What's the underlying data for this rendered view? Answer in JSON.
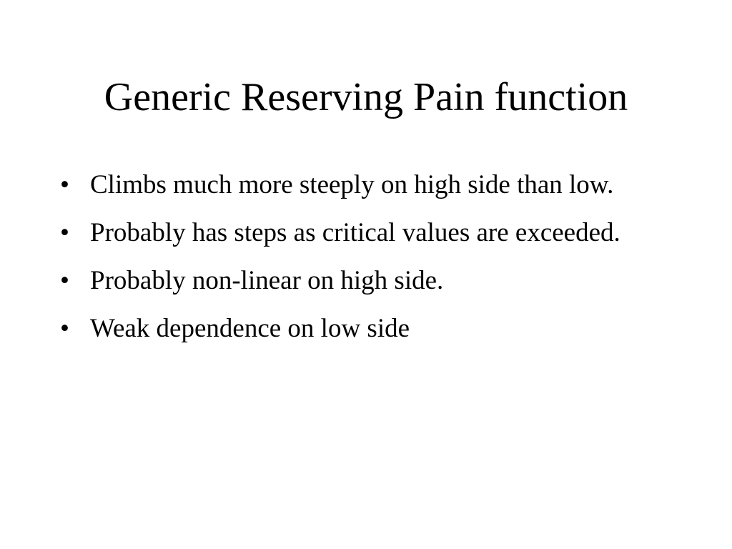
{
  "slide": {
    "title": "Generic Reserving Pain function",
    "bullet_glyph": "•",
    "bullets": [
      {
        "text": "Climbs much more steeply on high side than low."
      },
      {
        "text": "Probably has steps as critical values are exceeded."
      },
      {
        "text": "Probably non-linear on high side."
      },
      {
        "text": "Weak dependence on low side"
      }
    ]
  },
  "colors": {
    "background": "#ffffff",
    "text": "#000000"
  }
}
